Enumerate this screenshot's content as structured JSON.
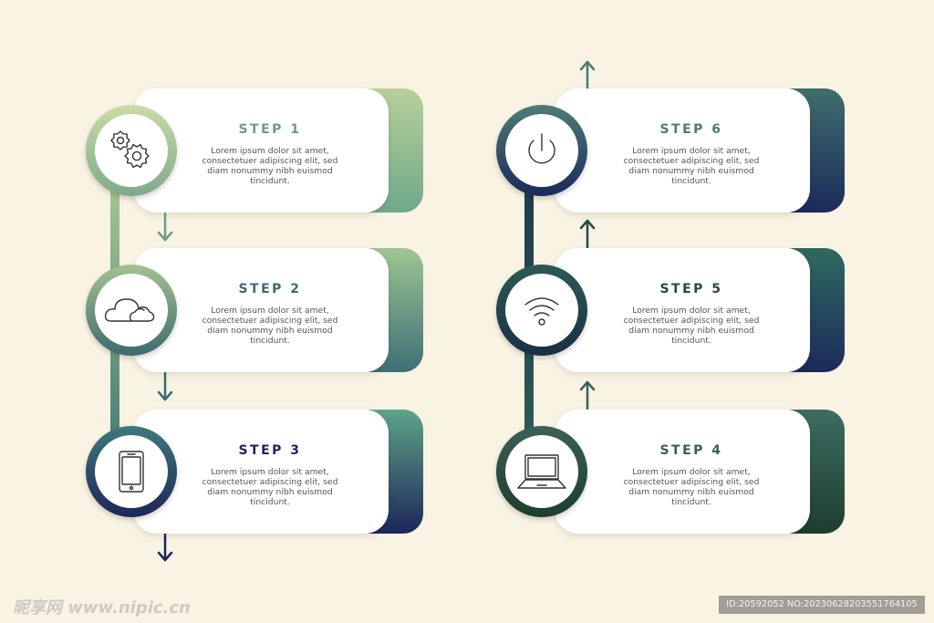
{
  "steps": [
    {
      "title": "STEP 1",
      "text": [
        "Lorem ipsum dolor sit amet,",
        "consectetuer adipiscing elit, sed",
        "diam nonummy nibh euismod",
        "tincidunt."
      ],
      "icon": "gears-icon",
      "color": "#6f9b86"
    },
    {
      "title": "STEP 2",
      "text": [
        "Lorem ipsum dolor sit amet,",
        "consectetuer adipiscing elit, sed",
        "diam nonummy nibh euismod",
        "tincidunt."
      ],
      "icon": "cloud-icon",
      "color": "#3d6a70"
    },
    {
      "title": "STEP 3",
      "text": [
        "Lorem ipsum dolor sit amet,",
        "consectetuer adipiscing elit, sed",
        "diam nonummy nibh euismod",
        "tincidunt."
      ],
      "icon": "smartphone-icon",
      "color": "#1d2659"
    },
    {
      "title": "STEP 4",
      "text": [
        "Lorem ipsum dolor sit amet,",
        "consectetuer adipiscing elit, sed",
        "diam nonummy nibh euismod",
        "tincidunt."
      ],
      "icon": "laptop-icon",
      "color": "#3b6058"
    },
    {
      "title": "STEP 5",
      "text": [
        "Lorem ipsum dolor sit amet,",
        "consectetuer adipiscing elit, sed",
        "diam nonummy nibh euismod",
        "tincidunt."
      ],
      "icon": "wifi-icon",
      "color": "#234a45"
    },
    {
      "title": "STEP 6",
      "text": [
        "Lorem ipsum dolor sit amet,",
        "consectetuer adipiscing elit, sed",
        "diam nonummy nibh euismod",
        "tincidunt."
      ],
      "icon": "power-icon",
      "color": "#4e7b76"
    }
  ],
  "colors": {
    "background": "#f8f3e2",
    "left_gradient_top": "#b9cf9a",
    "left_gradient_bottom": "#1d2659",
    "right_gradient_top": "#1c2a5b",
    "right_gradient_bottom": "#1e3d2e"
  },
  "watermark": {
    "logo": "昵享网 www.nipic.cn",
    "id_text": "ID:20592052 NO:20230628203551764105"
  }
}
